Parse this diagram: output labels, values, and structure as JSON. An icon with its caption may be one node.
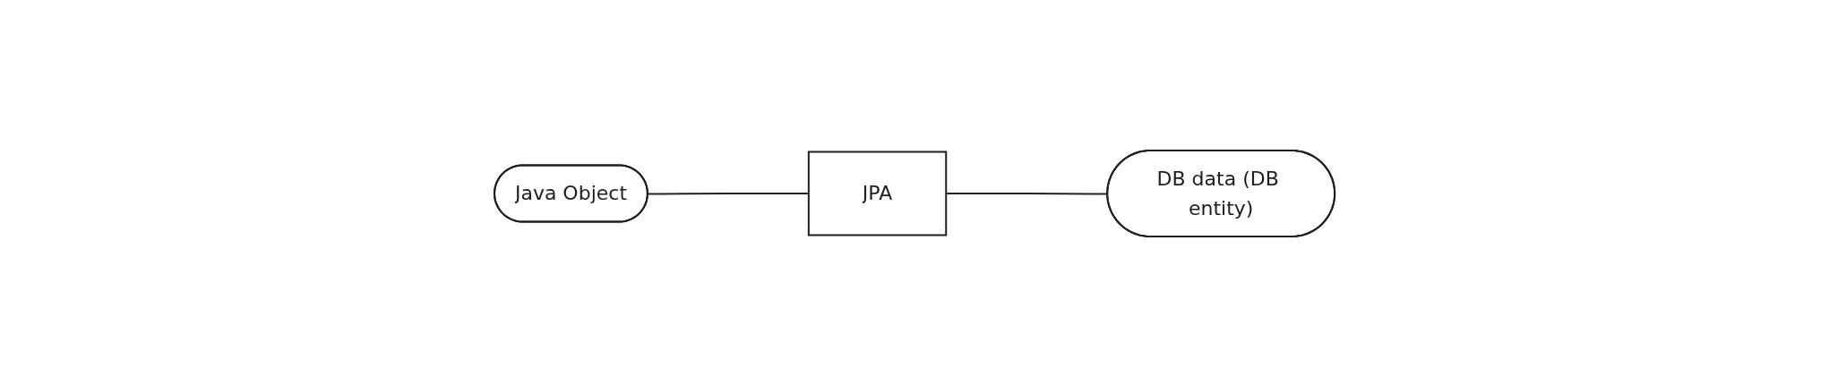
{
  "diagram": {
    "nodes": [
      {
        "text": [
          "Java Object"
        ]
      },
      {
        "text": [
          "JPA"
        ]
      },
      {
        "text": [
          "DB data (DB entity)"
        ]
      }
    ],
    "edges": [
      {
        "from": 0,
        "to": 1,
        "arrow": "none"
      },
      {
        "from": 1,
        "to": 2,
        "arrow": "none"
      }
    ]
  }
}
